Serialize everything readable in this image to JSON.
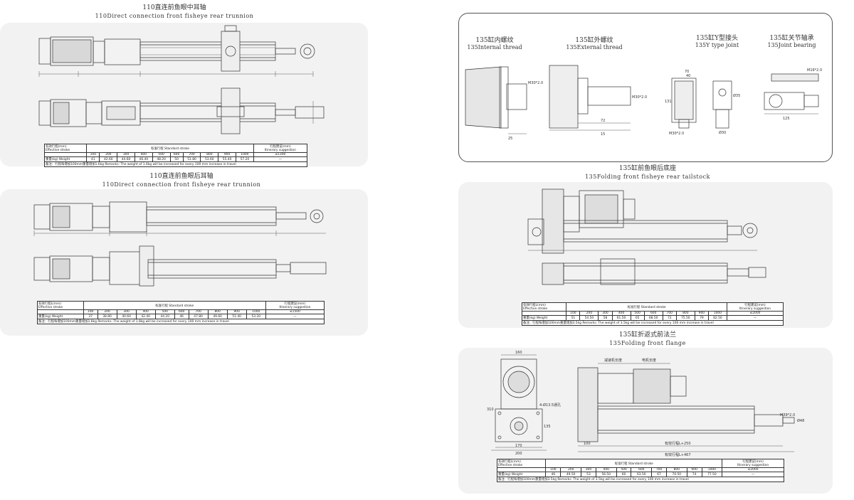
{
  "sections": {
    "s1": {
      "title_cn": "110直连前鱼眼中耳轴",
      "title_en": "110Direct connection front fisheye rear trunnion"
    },
    "s2": {
      "title_cn": "110直连前鱼眼后耳轴",
      "title_en": "110Direct connection front fisheye rear trunnion"
    },
    "s3": {
      "title_cn": "135缸前鱼眼后底座",
      "title_en": "135Folding front fisheye rear tailstock"
    },
    "s4": {
      "title_cn": "135缸折返式前法兰",
      "title_en": "135Folding front flange"
    }
  },
  "accessories": [
    {
      "cn": "135缸内螺纹",
      "en": "135Internal thread"
    },
    {
      "cn": "135缸外螺纹",
      "en": "135External thread"
    },
    {
      "cn": "135缸Y型接头",
      "en": "135Y type joint"
    },
    {
      "cn": "135缸关节轴承",
      "en": "135Joint bearing"
    }
  ],
  "dims": {
    "m30": "M30*2.0",
    "d25": "25",
    "d72": "72",
    "d15": "15",
    "d70": "70",
    "d40": "40",
    "d131": "131",
    "d30": "Ø30",
    "d35": "Ø35",
    "m16": "M16*2.0",
    "d125": "125",
    "d160": "160",
    "d200": "200",
    "d170": "170",
    "d310": "310",
    "hole": "4-Ø13.5通孔",
    "d100": "100",
    "d135": "135",
    "m39": "M39*2.0",
    "d48": "Ø48",
    "reducer": "减速机长度",
    "motor": "电机长度",
    "l_eff": "有效行程L+250",
    "l_tot": "有效行程L+467"
  },
  "tables": {
    "t1": {
      "h_stroke_cn": "有效行程(mm)",
      "h_stroke_en": "Effective stroke",
      "h_std": "标准行程   Standard stroke",
      "h_sug_cn": "行程建议(mm)",
      "h_sug_en": "Itinerary suggestion",
      "strokes": [
        "100",
        "200",
        "300",
        "400",
        "500",
        "600",
        "700",
        "800",
        "900",
        "1000"
      ],
      "suggest": "≤1300",
      "weight_label": "重量(kg) Weight",
      "weights": [
        "41",
        "42.60",
        "44.60",
        "46.40",
        "48.20",
        "50",
        "51.80",
        "53.60",
        "55.40",
        "57.20"
      ],
      "weight_sug": "—",
      "note": "备注：行程每增加100mm重量增加1.6kg   Remarks: The weight of 1.6kg will be increased for every 100 mm increase in travel"
    },
    "t2": {
      "h_stroke_cn": "有效行程L(mm)",
      "h_stroke_en": "Effective stroke",
      "h_std": "标准行程   Standard stroke",
      "h_sug_cn": "行程建议(mm)",
      "h_sug_en": "Itinerary suggestion",
      "strokes": [
        "100",
        "200",
        "300",
        "400",
        "500",
        "600",
        "700",
        "800",
        "900",
        "1000"
      ],
      "suggest": "≤1500",
      "weight_label": "重量(kg) Weight",
      "weights": [
        "37",
        "38.80",
        "40.60",
        "42.40",
        "44.20",
        "46",
        "47.80",
        "49.60",
        "51.40",
        "53.20"
      ],
      "weight_sug": "—",
      "note": "备注：行程每增加100mm重量增加1.8kg   Remarks: The weight of 1.8kg will be increased for every 100 mm increase in travel"
    },
    "t3": {
      "h_stroke_cn": "有效行程L(mm)",
      "h_stroke_en": "Effective stroke",
      "h_std": "标准行程   Standard stroke",
      "h_sug_cn": "行程建议(mm)",
      "h_sug_en": "Itinerary suggestion",
      "strokes": [
        "100",
        "200",
        "300",
        "400",
        "500",
        "600",
        "700",
        "800",
        "900",
        "1000"
      ],
      "suggest": "≤2000",
      "weight_label": "重量(kg) Weight",
      "weights": [
        "51",
        "54.50",
        "58",
        "61.50",
        "65",
        "68.50",
        "72",
        "75.50",
        "79",
        "82.50"
      ],
      "weight_sug": "—",
      "note": "备注：行程每增加100mm重量增加3.5kg   Remarks: The weight of 3.5kg will be increased for every 100 mm increase in travel"
    },
    "t4": {
      "h_stroke_cn": "有效行程L(mm)",
      "h_stroke_en": "Effective stroke",
      "h_std": "标准行程   Standard stroke",
      "h_sug_cn": "行程建议(mm)",
      "h_sug_en": "Itinerary suggestion",
      "strokes": [
        "100",
        "200",
        "300",
        "400",
        "500",
        "600",
        "700",
        "800",
        "900",
        "1000"
      ],
      "suggest": "≤2000",
      "weight_label": "重量(kg) Weight",
      "weights": [
        "46",
        "49.50",
        "53",
        "56.50",
        "60",
        "63.50",
        "67",
        "70.50",
        "74",
        "77.50"
      ],
      "weight_sug": "—",
      "note": "备注：行程每增加100mm重量增加3.5kg   Remarks: The weight of 3.5kg will be increased for every 100 mm increase in travel"
    }
  }
}
